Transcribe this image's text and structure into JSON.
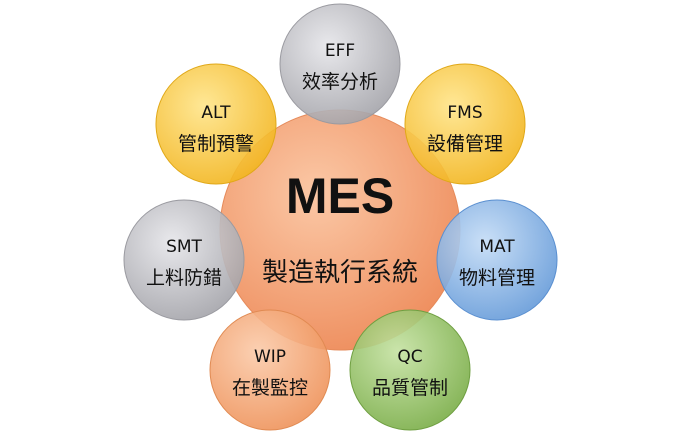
{
  "center": {
    "abbr": "MES",
    "name": "製造執行系統",
    "color": "#F4A27A"
  },
  "nodes": [
    {
      "key": "eff",
      "abbr": "EFF",
      "name": "效率分析",
      "color": "#B5B5BA"
    },
    {
      "key": "fms",
      "abbr": "FMS",
      "name": "設備管理",
      "color": "#F7C231"
    },
    {
      "key": "mat",
      "abbr": "MAT",
      "name": "物料管理",
      "color": "#7EAEE3"
    },
    {
      "key": "qc",
      "abbr": "QC",
      "name": "品質管制",
      "color": "#8DBD5C"
    },
    {
      "key": "wip",
      "abbr": "WIP",
      "name": "在製監控",
      "color": "#F0A070"
    },
    {
      "key": "smt",
      "abbr": "SMT",
      "name": "上料防錯",
      "color": "#B5B5BA"
    },
    {
      "key": "alt",
      "abbr": "ALT",
      "name": "管制預警",
      "color": "#F7C231"
    }
  ]
}
